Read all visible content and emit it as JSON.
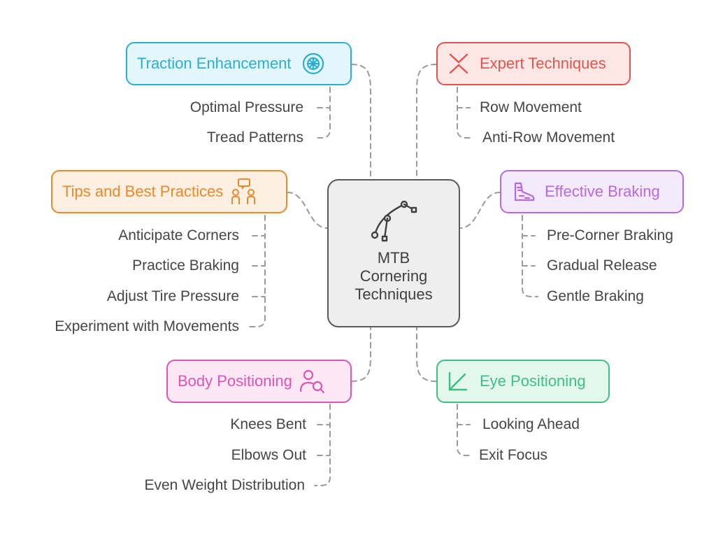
{
  "center": {
    "lines": [
      "MTB",
      "Cornering",
      "Techniques"
    ],
    "icon": "bezier-curve-icon"
  },
  "branches": [
    {
      "key": "traction",
      "title": "Traction Enhancement",
      "color": "#2aaed3",
      "fill": "#e3f6fc",
      "icon": "tire-icon",
      "items": [
        "Optimal Pressure",
        "Tread Patterns"
      ]
    },
    {
      "key": "expert",
      "title": "Expert Techniques",
      "color": "#e0554f",
      "fill": "#fde7e5",
      "icon": "cross-arrows-icon",
      "items": [
        "Row Movement",
        "Anti-Row Movement"
      ]
    },
    {
      "key": "tips",
      "title": "Tips and Best Practices",
      "color": "#e88a2a",
      "fill": "#fdefe1",
      "icon": "people-chat-icon",
      "items": [
        "Anticipate Corners",
        "Practice Braking",
        "Adjust Tire Pressure",
        "Experiment with Movements"
      ]
    },
    {
      "key": "braking",
      "title": "Effective Braking",
      "color": "#b46be0",
      "fill": "#f5e9fc",
      "icon": "shoe-speed-icon",
      "items": [
        "Pre-Corner Braking",
        "Gradual Release",
        "Gentle Braking"
      ]
    },
    {
      "key": "body",
      "title": "Body Positioning",
      "color": "#dc55b4",
      "fill": "#fce7f5",
      "icon": "user-search-icon",
      "items": [
        "Knees Bent",
        "Elbows Out",
        "Even Weight Distribution"
      ]
    },
    {
      "key": "eye",
      "title": "Eye Positioning",
      "color": "#3dbf86",
      "fill": "#e3f7ec",
      "icon": "angle-icon",
      "items": [
        "Looking Ahead",
        "Exit Focus"
      ]
    }
  ]
}
